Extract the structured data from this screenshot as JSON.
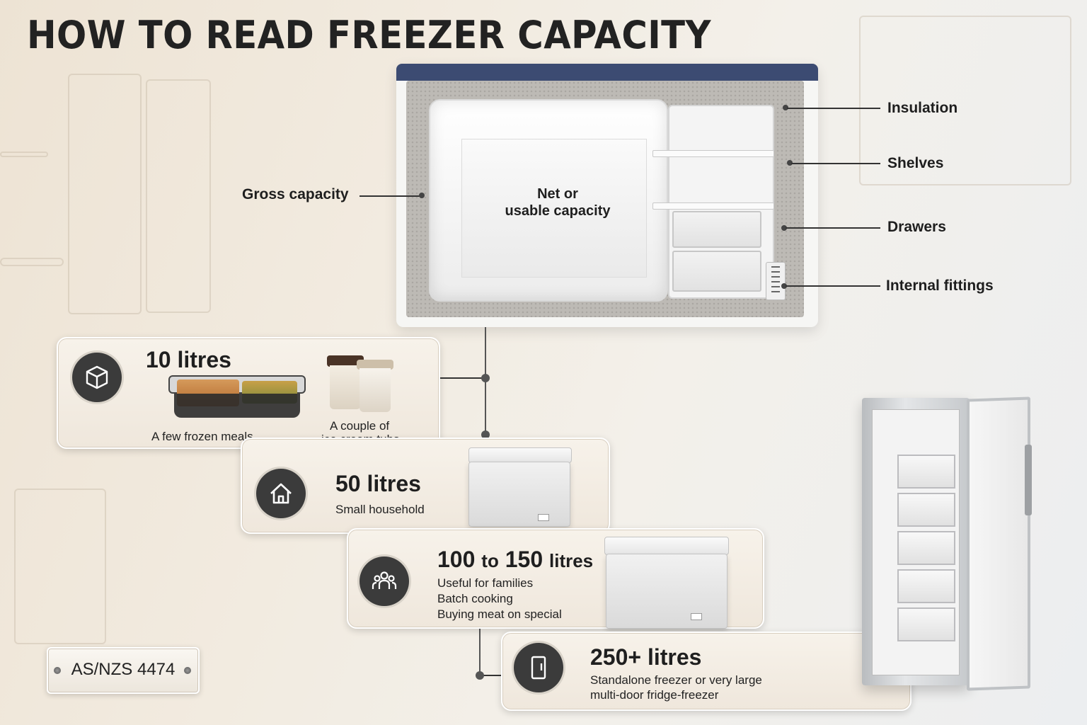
{
  "title": "HOW TO READ FREEZER CAPACITY",
  "diagram": {
    "gross_label": "Gross capacity",
    "net_label_line1": "Net or",
    "net_label_line2": "usable capacity",
    "callouts": [
      "Insulation",
      "Shelves",
      "Drawers",
      "Internal fittings"
    ]
  },
  "cards": [
    {
      "icon": "cube-icon",
      "title": "10 litres",
      "items": [
        "A few frozen meals",
        "A couple of",
        "ice cream tubs"
      ]
    },
    {
      "icon": "house-icon",
      "title": "50 litres",
      "lines": [
        "Small household"
      ]
    },
    {
      "icon": "people-icon",
      "title_num1": "100",
      "title_to": "to",
      "title_num2": "150",
      "title_unit": "litres",
      "lines": [
        "Useful for families",
        "Batch cooking",
        "Buying meat on special"
      ]
    },
    {
      "icon": "fridge-icon",
      "title": "250+ litres",
      "lines": [
        "Standalone freezer or very large",
        "multi-door fridge-freezer"
      ]
    }
  ],
  "standard": "AS/NZS 4474",
  "colors": {
    "lid": "#3c4b72",
    "badge": "#3b3b3b",
    "card_bg": "#f3ede4"
  }
}
